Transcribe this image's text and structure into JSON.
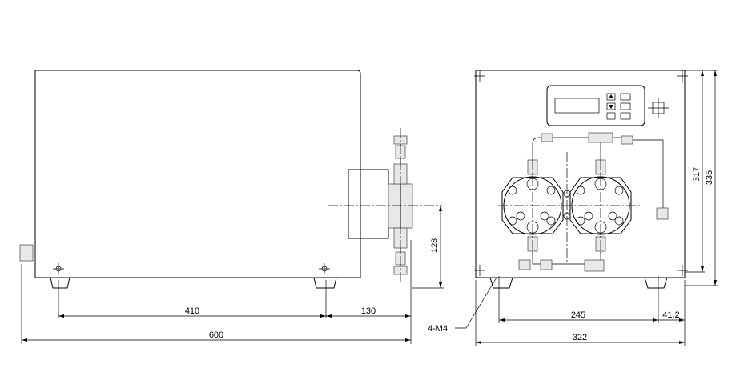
{
  "drawing": {
    "side_view": {
      "dimensions": {
        "foot_spacing": "410",
        "foot_to_outlet": "130",
        "overall_length": "600",
        "outlet_height": "128"
      }
    },
    "front_view": {
      "dimensions": {
        "foot_spacing": "245",
        "foot_offset": "41.2",
        "overall_width": "322",
        "body_height": "317",
        "overall_height": "335"
      },
      "callout": "4-M4",
      "control_panel": {
        "buttons": [
          "up-arrow-button",
          "down-arrow-button",
          "key-1",
          "key-2",
          "key-3",
          "key-4"
        ]
      }
    }
  }
}
